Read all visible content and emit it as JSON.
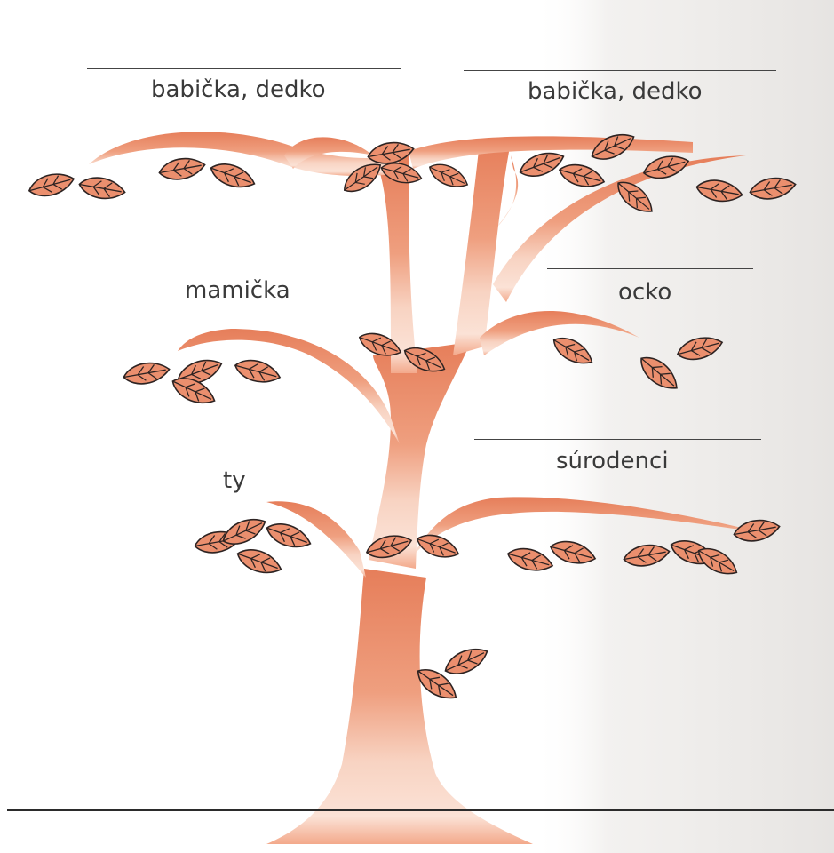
{
  "labels": {
    "grandparents_left": "babička, dedko",
    "grandparents_right": "babička, dedko",
    "mother": "mamička",
    "father": "ocko",
    "you": "ty",
    "siblings": "súrodenci"
  },
  "colors": {
    "trunk_dark": "#e67e5a",
    "trunk_light": "#fbe2d6",
    "leaf": "#eb8f6e",
    "leaf_stroke": "#2d2322",
    "text": "#3a3a3a",
    "bleed": "#dedbd8"
  }
}
